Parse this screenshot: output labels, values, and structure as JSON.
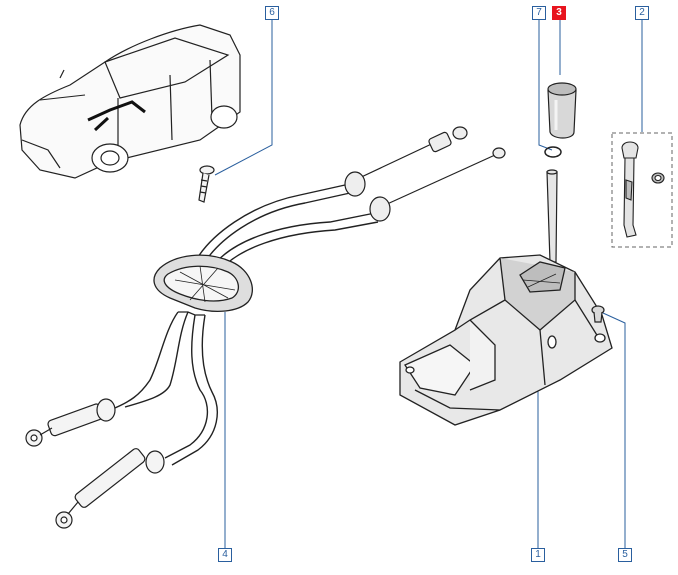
{
  "diagram": {
    "callouts": [
      {
        "id": "1",
        "label": "1"
      },
      {
        "id": "2",
        "label": "2"
      },
      {
        "id": "3",
        "label": "3",
        "state": "selected"
      },
      {
        "id": "4",
        "label": "4"
      },
      {
        "id": "5",
        "label": "5"
      },
      {
        "id": "6",
        "label": "6"
      },
      {
        "id": "7",
        "label": "7"
      }
    ],
    "colors": {
      "callout_border": "#2a5f9e",
      "callout_selected": "#e8141e",
      "line_art": "#222222",
      "leader_line": "#2a5f9e"
    },
    "icons": [
      "car-locator-icon"
    ]
  }
}
